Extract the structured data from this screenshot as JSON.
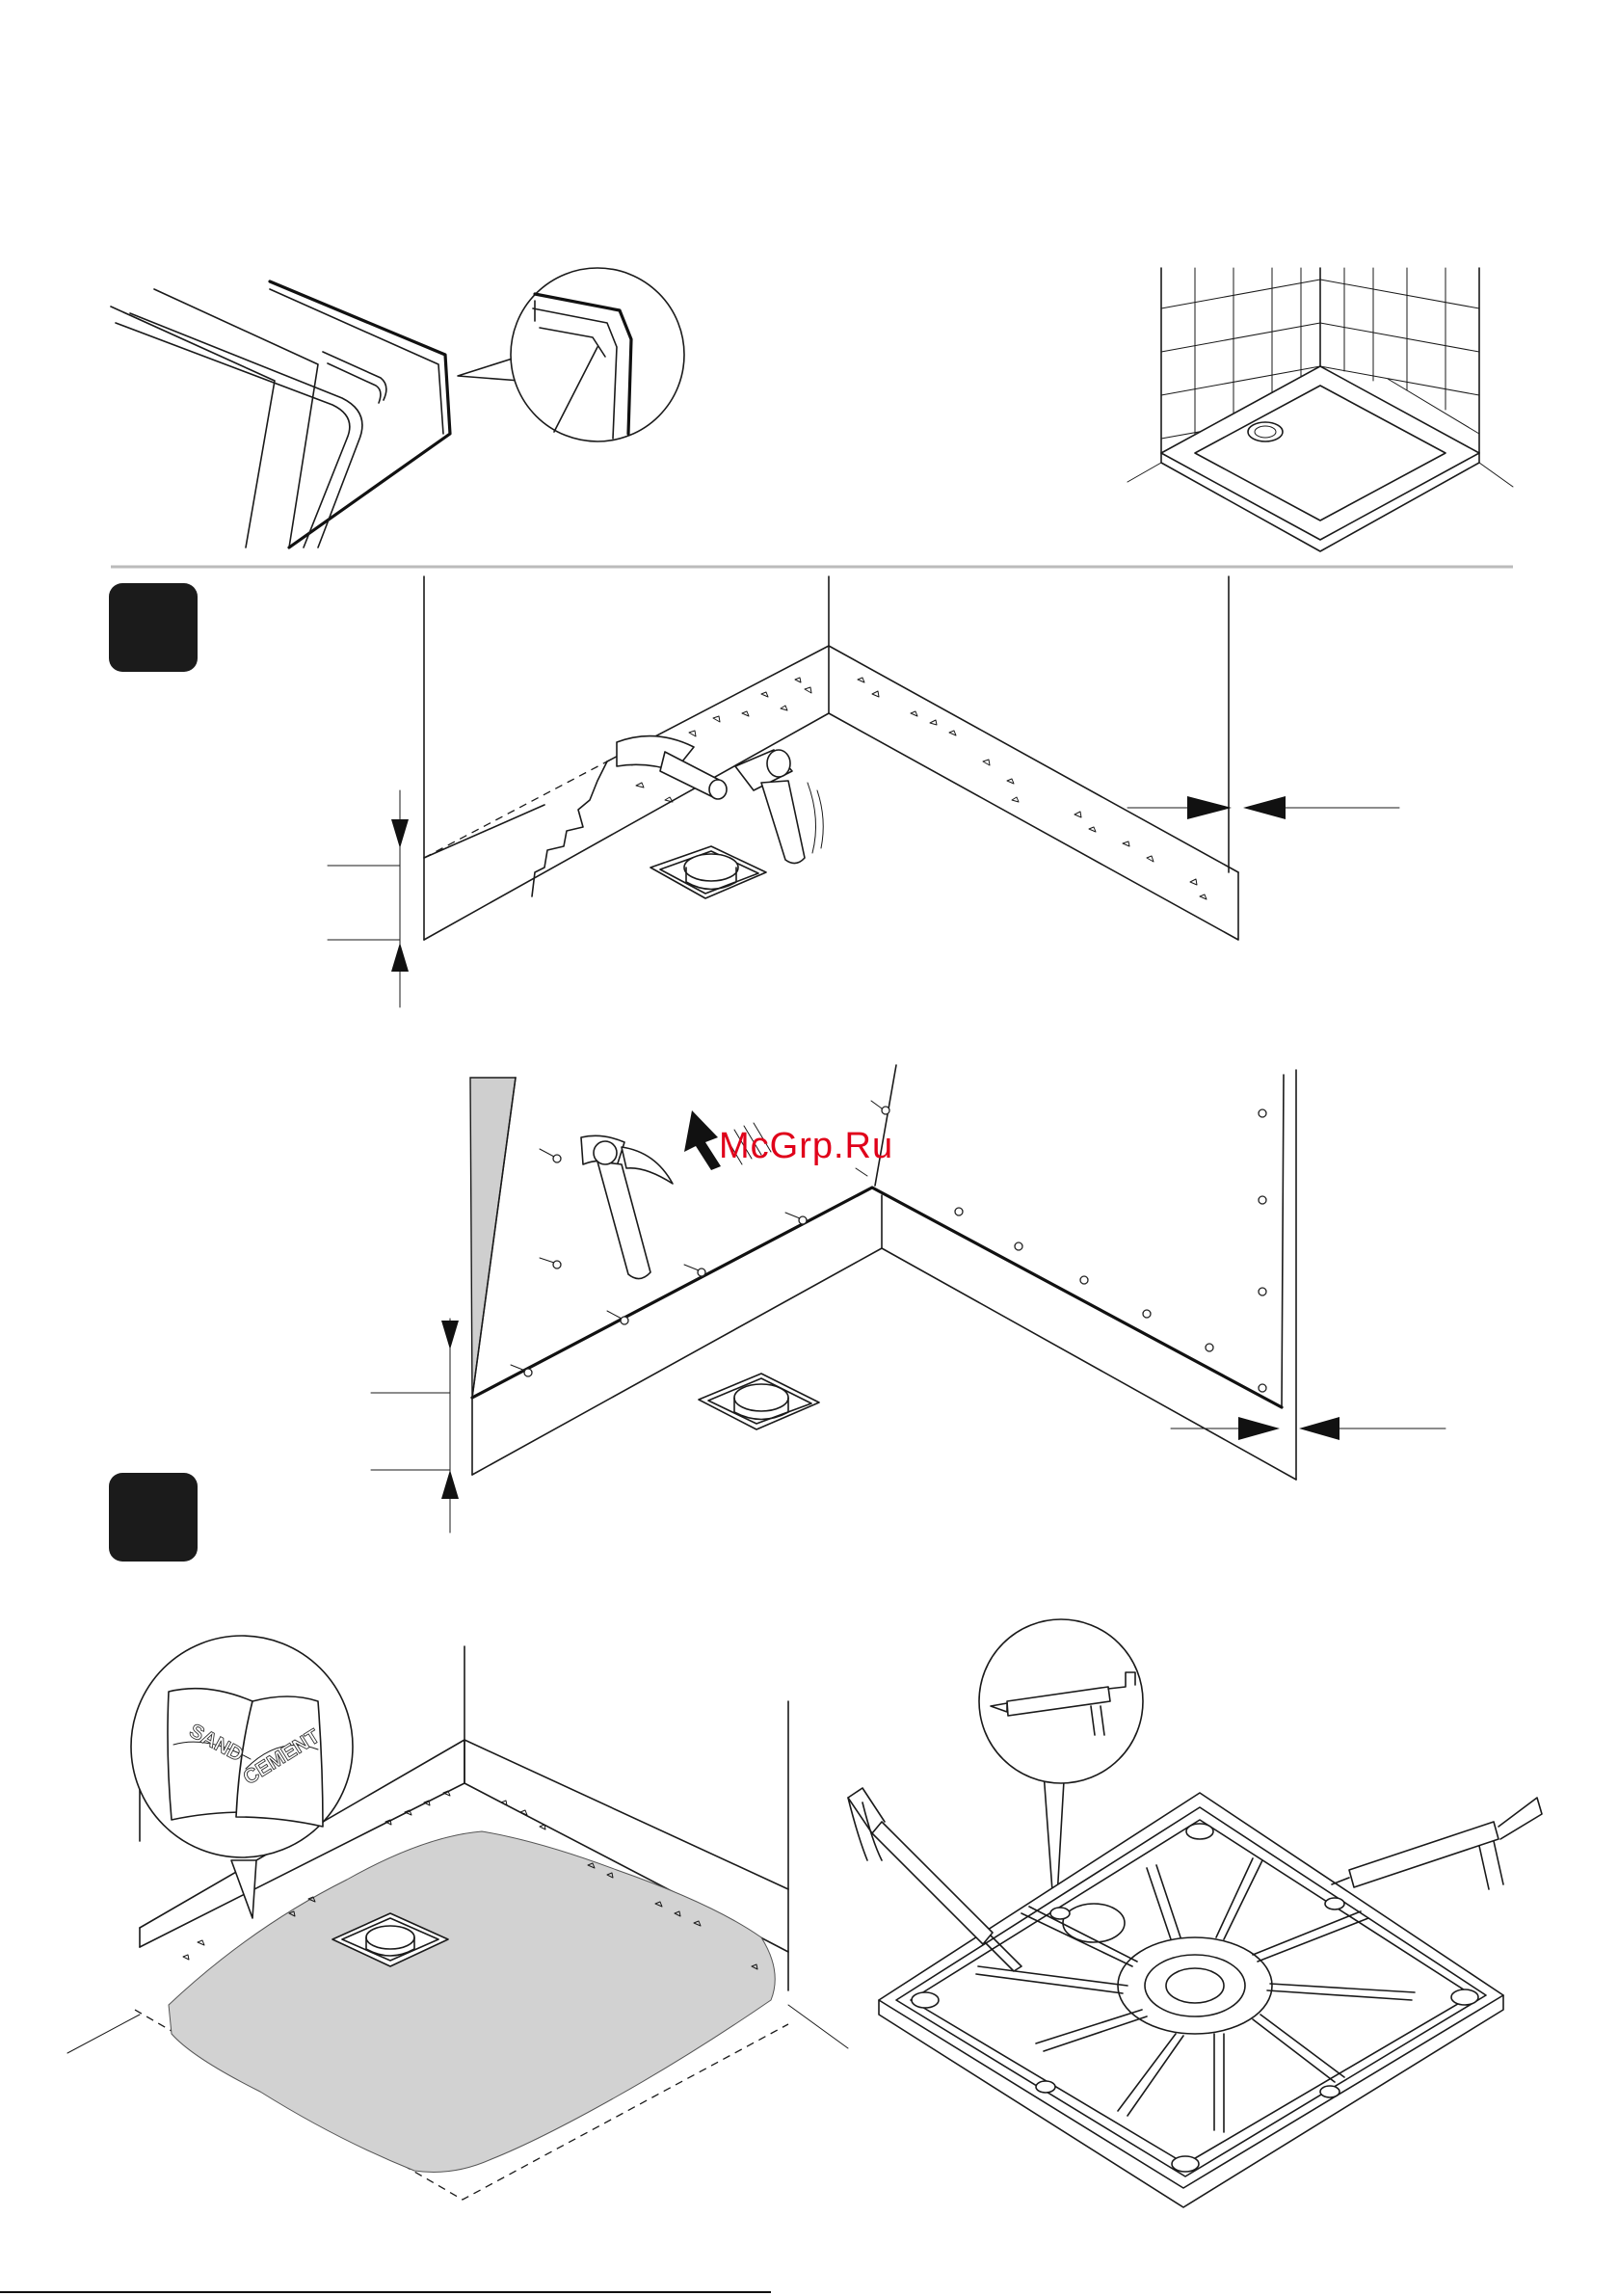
{
  "watermark": {
    "text": "McGrp.Ru",
    "color": "#e0001a"
  },
  "bags": {
    "left_label": "SAND",
    "right_label": "CEMENT"
  },
  "colors": {
    "ink": "#1a1a1a",
    "mortar": "#d2d2d2",
    "step_badge": "#1b1b1b"
  },
  "figures": [
    {
      "name": "tray-edge-detail",
      "icon": "magnifier-callout"
    },
    {
      "name": "installed-tray-corner",
      "icon": "tiled-corner"
    },
    {
      "name": "tile-removal",
      "icon": "hammer-chisel",
      "step_badge": true
    },
    {
      "name": "panel-fixing",
      "icon": "hammer-nails",
      "step_badge": true
    },
    {
      "name": "mortar-bed",
      "icon": "sand-cement-bags"
    },
    {
      "name": "tray-sealant",
      "icon": "caulking-gun"
    }
  ]
}
